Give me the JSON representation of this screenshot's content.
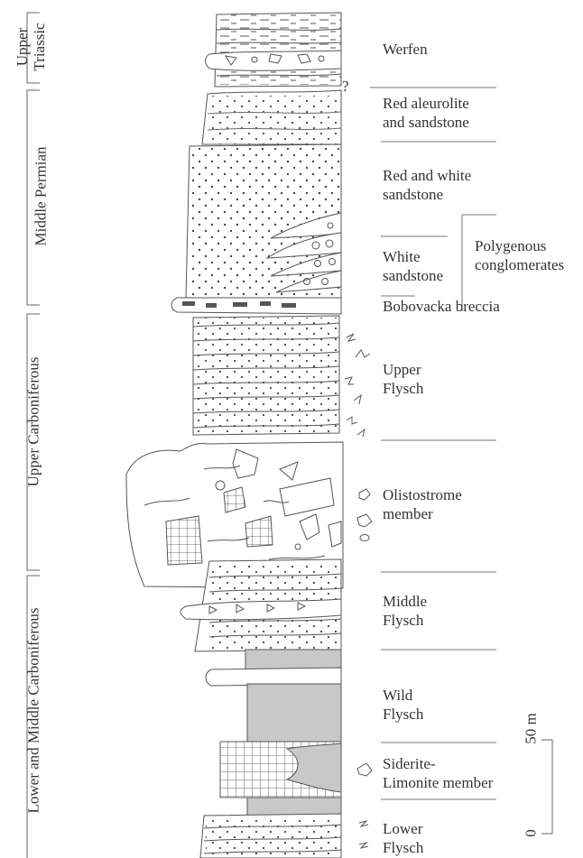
{
  "periods": [
    {
      "id": "upper-triassic",
      "lines": [
        "Upper",
        "Triassic"
      ]
    },
    {
      "id": "middle-permian",
      "lines": [
        "Middle Permian"
      ]
    },
    {
      "id": "upper-carboniferous",
      "lines": [
        "Upper Carboniferous"
      ]
    },
    {
      "id": "lower-middle-carboniferous",
      "lines": [
        "Lower and Middle Carboniferous"
      ]
    }
  ],
  "units": [
    {
      "id": "werfen",
      "lines": [
        "Werfen"
      ]
    },
    {
      "id": "red-aleurolite",
      "lines": [
        "Red aleurolite",
        "and sandstone"
      ]
    },
    {
      "id": "red-white-sandstone",
      "lines": [
        "Red and white",
        "sandstone"
      ]
    },
    {
      "id": "white-sandstone",
      "lines": [
        "White",
        "sandstone"
      ]
    },
    {
      "id": "polygenous-conglomerates",
      "lines": [
        "Polygenous",
        "conglomerates"
      ]
    },
    {
      "id": "bobovacka-breccia",
      "lines": [
        "Bobovacka breccia"
      ]
    },
    {
      "id": "upper-flysch",
      "lines": [
        "Upper",
        "Flysch"
      ]
    },
    {
      "id": "olistostrome",
      "lines": [
        "Olistostrome",
        "member"
      ]
    },
    {
      "id": "middle-flysch",
      "lines": [
        "Middle",
        "Flysch"
      ]
    },
    {
      "id": "wild-flysch",
      "lines": [
        "Wild",
        "Flysch"
      ]
    },
    {
      "id": "siderite-limonite",
      "lines": [
        "Siderite-",
        "Limonite member"
      ]
    },
    {
      "id": "lower-flysch",
      "lines": [
        "Lower",
        "Flysch"
      ]
    }
  ],
  "question_mark": "?",
  "scale": {
    "top_label": "50 m",
    "bottom_label": "0"
  }
}
